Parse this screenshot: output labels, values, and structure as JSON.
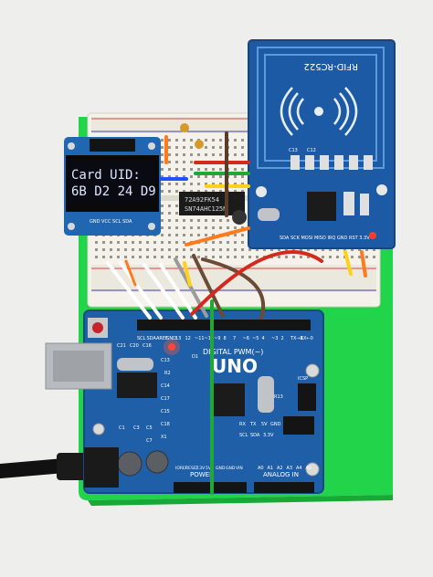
{
  "oled": {
    "line1": "Card UID:",
    "line2": "6B D2 24 D9",
    "pins": "GND VCC SCL SDA"
  },
  "rfid": {
    "model": "RFID-RC522",
    "pins": "SDA SCK MOSI MISO IRQ GND RST 3.3V",
    "caps": [
      "C13",
      "C12"
    ]
  },
  "chips": {
    "line1": "72A92FK54",
    "line2": "SN74AHC125N"
  },
  "arduino": {
    "brand": "DIGITAL PWM(~)",
    "model": "UNO",
    "header_power": "POWER",
    "header_analog": "ANALOG IN",
    "labels": [
      "SCL",
      "SDA",
      "AREF",
      "GND",
      "13",
      "12",
      "~11",
      "~10",
      "~9",
      "8",
      "7",
      "~6",
      "~5",
      "4",
      "~3",
      "2",
      "TX→1",
      "RX←0"
    ],
    "pwr_labels": [
      "IOREF",
      "RESET",
      "3.3V",
      "5V",
      "GND",
      "GND",
      "VIN"
    ],
    "analog_labels": [
      "A0",
      "A1",
      "A2",
      "A3",
      "A4",
      "A5"
    ],
    "components": [
      "C21",
      "C20",
      "C16",
      "C13",
      "R2",
      "C14",
      "C17",
      "C15",
      "C18",
      "X1",
      "C1",
      "C3",
      "C5",
      "C7",
      "D1",
      "R13",
      "RX",
      "TX",
      "5V",
      "GND",
      "SCL",
      "SDA",
      "3.3V",
      "ICSP"
    ]
  }
}
